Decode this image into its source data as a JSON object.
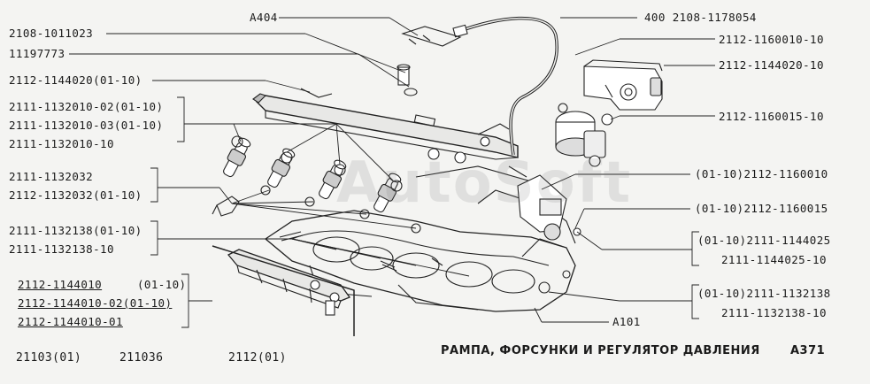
{
  "title": "РАМПА, ФОРСУНКИ И РЕГУЛЯТОР ДАВЛЕНИЯ",
  "page_code": "A371",
  "watermark": "AutoSoft",
  "callouts": {
    "a404": "A404",
    "hose": "400 2108-1178054",
    "p_21081011023": "2108-1011023",
    "p_11197773": "11197773",
    "p_21121144020_0110": "2112-1144020(01-10)",
    "p_2111_1132010_02": "2111-1132010-02(01-10)",
    "p_2111_1132010_03": "2111-1132010-03(01-10)",
    "p_2111_1132010_10": "2111-1132010-10",
    "p_2111_1132032": "2111-1132032",
    "p_2112_1132032": "2112-1132032(01-10)",
    "p_2111_1132138_0110": "2111-1132138(01-10)",
    "p_2111_1132138_10": "2111-1132138-10",
    "p_2112_1144010": "2112-1144010",
    "p_2112_1144010_note": "(01-10)",
    "p_2112_1144010_02": "2112-1144010-02(01-10)",
    "p_2112_1144010_01": "2112-1144010-01",
    "p_2112_1160010_10": "2112-1160010-10",
    "p_2112_1144020_10": "2112-1144020-10",
    "p_2112_1160015_10": "2112-1160015-10",
    "p_0110_2112_1160010": "(01-10)2112-1160010",
    "p_0110_2112_1160015": "(01-10)2112-1160015",
    "p_0110_2111_1144025": "(01-10)2111-1144025",
    "p_2111_1144025_10": "2111-1144025-10",
    "p_0110_2111_1132138": "(01-10)2111-1132138",
    "p_2111_1132138_10b": "2111-1132138-10",
    "a101": "A101"
  },
  "footer": {
    "model_1": "21103(01)",
    "model_2": "211036",
    "model_3": "2112(01)"
  }
}
